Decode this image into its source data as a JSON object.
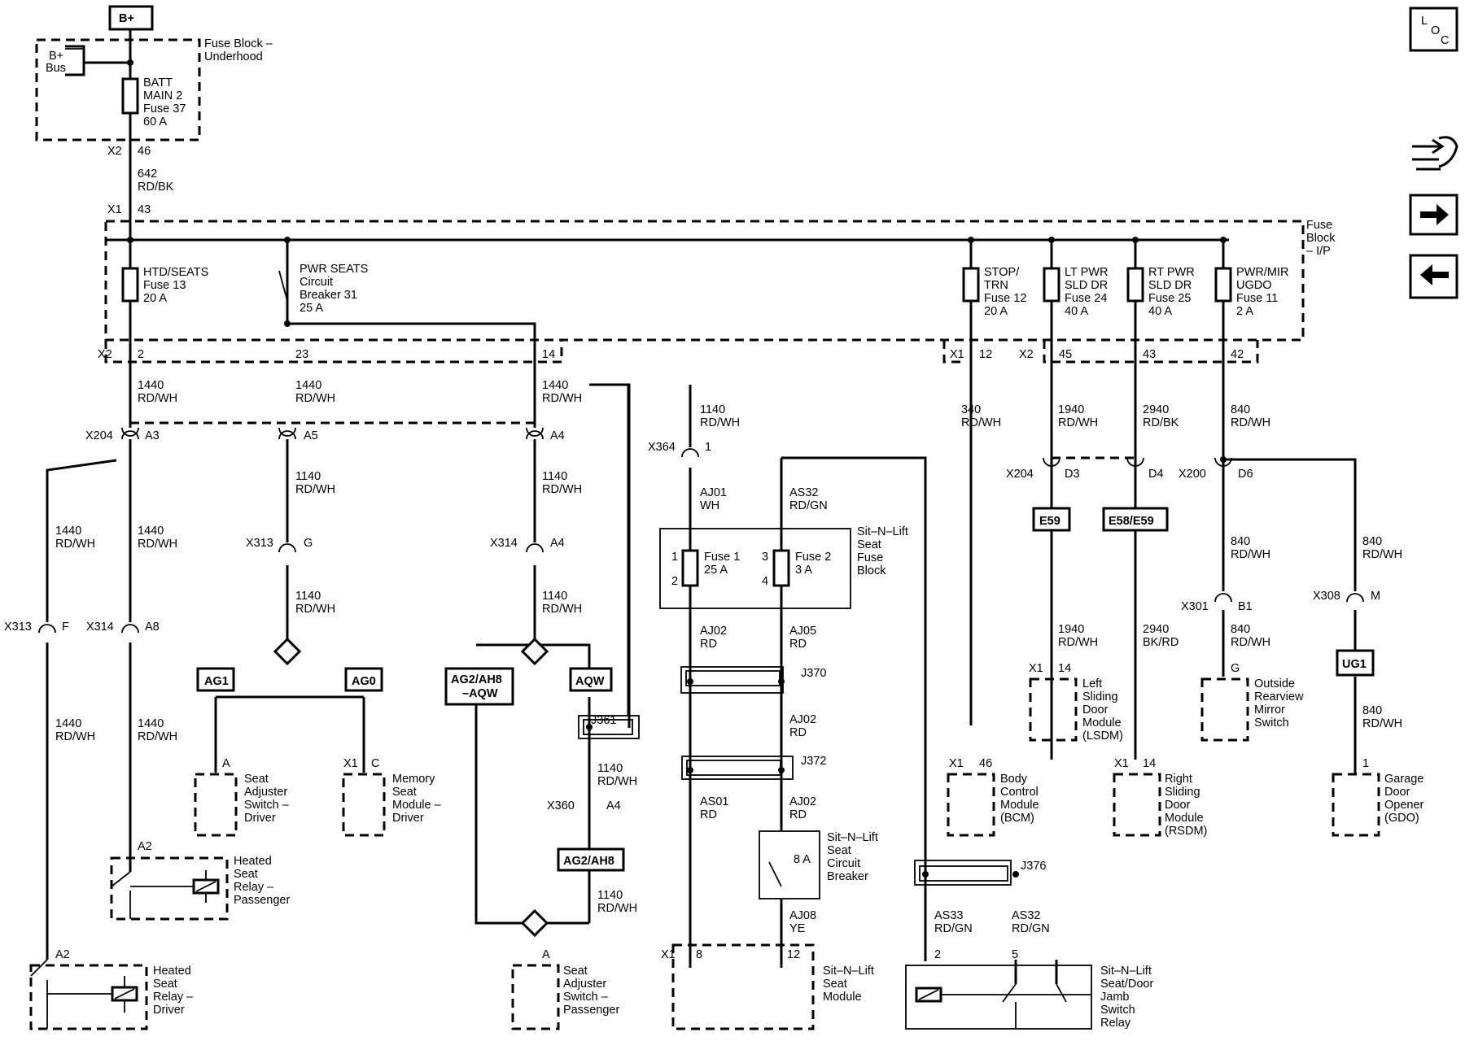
{
  "power_source": "B+",
  "bplus_bus": [
    "B+",
    "Bus"
  ],
  "underhood_block": [
    "Fuse Block –",
    "Underhood"
  ],
  "batt_fuse": [
    "BATT",
    "MAIN 2",
    "Fuse 37",
    "60 A"
  ],
  "ip_block": [
    "Fuse",
    "Block",
    "– I/P"
  ],
  "fuses": {
    "htd_seats": [
      "HTD/SEATS",
      "Fuse 13",
      "20 A"
    ],
    "pwr_seats": [
      "PWR SEATS",
      "Circuit",
      "Breaker 31",
      "25 A"
    ],
    "stop_trn": [
      "STOP/",
      "TRN",
      "Fuse 12",
      "20 A"
    ],
    "lt_pwr": [
      "LT PWR",
      "SLD DR",
      "Fuse 24",
      "40 A"
    ],
    "rt_pwr": [
      "RT PWR",
      "SLD DR",
      "Fuse 25",
      "40 A"
    ],
    "pwr_mir": [
      "PWR/MIR",
      "UGDO",
      "Fuse 11",
      "2 A"
    ],
    "sit_fuse1": [
      "Fuse 1",
      "25 A"
    ],
    "sit_fuse2": [
      "Fuse 2",
      "3 A"
    ],
    "sit_cb": "8 A"
  },
  "pins": {
    "x2_46": [
      "X2",
      "46"
    ],
    "x1_43": [
      "X1",
      "43"
    ],
    "x2_2": [
      "X2",
      "2"
    ],
    "p23": "23",
    "p14": "14",
    "x1_12": [
      "X1",
      "12"
    ],
    "x2_45": [
      "X2",
      "45"
    ],
    "p43": "43",
    "p42": "42",
    "sfb_1": "1",
    "sfb_2": "2",
    "sfb_3": "3",
    "sfb_4": "4",
    "x1_8": [
      "X1",
      "8"
    ],
    "p12": "12",
    "j376_2": "2",
    "j376_5": "5",
    "lsdm": [
      "X1",
      "14"
    ],
    "rsdm": [
      "X1",
      "14"
    ],
    "bcm": [
      "X1",
      "46"
    ],
    "gdo": "1",
    "mirror": "G",
    "adj_drv": "A",
    "mem": [
      "X1",
      "C"
    ],
    "adj_pass": "A",
    "relay_pass": "A2",
    "relay_drv": "A2"
  },
  "wires": {
    "w642": [
      "642",
      "RD/BK"
    ],
    "w1440": [
      "1440",
      "RD/WH"
    ],
    "w1140": [
      "1140",
      "RD/WH"
    ],
    "w340": [
      "340",
      "RD/WH"
    ],
    "w1940": [
      "1940",
      "RD/WH"
    ],
    "w2940a": [
      "2940",
      "RD/BK"
    ],
    "w2940b": [
      "2940",
      "BK/RD"
    ],
    "w840": [
      "840",
      "RD/WH"
    ],
    "aj01": [
      "AJ01",
      "WH"
    ],
    "as32": [
      "AS32",
      "RD/GN"
    ],
    "aj02": [
      "AJ02",
      "RD"
    ],
    "aj05": [
      "AJ05",
      "RD"
    ],
    "as01": [
      "AS01",
      "RD"
    ],
    "aj08": [
      "AJ08",
      "YE"
    ],
    "as33": [
      "AS33",
      "RD/GN"
    ]
  },
  "connectors": {
    "x204_a3": [
      "X204",
      "A3"
    ],
    "a5": "A5",
    "a4": "A4",
    "x313_g": [
      "X313",
      "G"
    ],
    "x314_a4": [
      "X314",
      "A4"
    ],
    "x313_f": [
      "X313",
      "F"
    ],
    "x314_a8": [
      "X314",
      "A8"
    ],
    "x364_1": [
      "X364",
      "1"
    ],
    "x360_a4": [
      "X360",
      "A4"
    ],
    "x204_d3": [
      "X204",
      "D3"
    ],
    "d4": "D4",
    "x200_d6": [
      "X200",
      "D6"
    ],
    "x301_b1": [
      "X301",
      "B1"
    ],
    "x308_m": [
      "X308",
      "M"
    ]
  },
  "splices": [
    "J370",
    "J372",
    "J376",
    "J361"
  ],
  "options": [
    "AG1",
    "AG0",
    "AG2/AH8",
    "–AQW",
    "AQW",
    "AG2/AH8",
    "E59",
    "E58/E59",
    "UG1"
  ],
  "components": {
    "seat_adj_drv": [
      "Seat",
      "Adjuster",
      "Switch –",
      "Driver"
    ],
    "mem_module": [
      "Memory",
      "Seat",
      "Module –",
      "Driver"
    ],
    "seat_adj_pass": [
      "Seat",
      "Adjuster",
      "Switch –",
      "Passenger"
    ],
    "relay_pass": [
      "Heated",
      "Seat",
      "Relay –",
      "Passenger"
    ],
    "relay_drv": [
      "Heated",
      "Seat",
      "Relay –",
      "Driver"
    ],
    "sit_fuse_block": [
      "Sit–N–Lift",
      "Seat",
      "Fuse",
      "Block"
    ],
    "sit_cb": [
      "Sit–N–Lift",
      "Seat",
      "Circuit",
      "Breaker"
    ],
    "sit_module": [
      "Sit–N–Lift",
      "Seat",
      "Module"
    ],
    "jamb_relay": [
      "Sit–N–Lift",
      "Seat/Door",
      "Jamb",
      "Switch",
      "Relay"
    ],
    "bcm": [
      "Body",
      "Control",
      "Module",
      "(BCM)"
    ],
    "lsdm": [
      "Left",
      "Sliding",
      "Door",
      "Module",
      "(LSDM)"
    ],
    "rsdm": [
      "Right",
      "Sliding",
      "Door",
      "Module",
      "(RSDM)"
    ],
    "mirror": [
      "Outside",
      "Rearview",
      "Mirror",
      "Switch"
    ],
    "gdo": [
      "Garage",
      "Door",
      "Opener",
      "(GDO)"
    ]
  },
  "nav": {
    "loc": [
      "L",
      "O",
      "C"
    ],
    "icons": [
      "connector-icon",
      "arrow-right-icon",
      "arrow-left-icon"
    ]
  }
}
